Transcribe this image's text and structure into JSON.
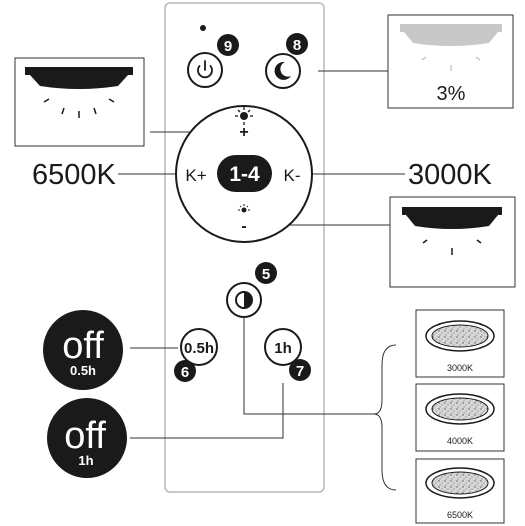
{
  "remote": {
    "power": {
      "icon": "power-icon",
      "badge": "9"
    },
    "night": {
      "icon": "moon-icon",
      "badge": "8"
    },
    "dial": {
      "top_plus": "+",
      "bottom_minus": "-",
      "left_label": "K+",
      "right_label": "K-",
      "center_label": "1-4",
      "top_icon": "sun-bright-icon",
      "bottom_icon": "sun-dim-icon"
    },
    "color_mode": {
      "icon": "contrast-icon",
      "badge": "5"
    },
    "timer_half": {
      "label": "0.5h",
      "badge": "6"
    },
    "timer_one": {
      "label": "1h",
      "badge": "7"
    }
  },
  "callouts": {
    "warm_left": "6500K",
    "cool_right": "3000K",
    "night_percent": "3%",
    "off_half": {
      "word": "off",
      "time": "0.5h"
    },
    "off_one": {
      "word": "off",
      "time": "1h"
    },
    "modes": [
      "3000K",
      "4000K",
      "6500K"
    ]
  },
  "colors": {
    "dark": "#1a1a1a",
    "remote_border": "#b8b8b8",
    "dim_lamp": "#c8c8c8"
  }
}
